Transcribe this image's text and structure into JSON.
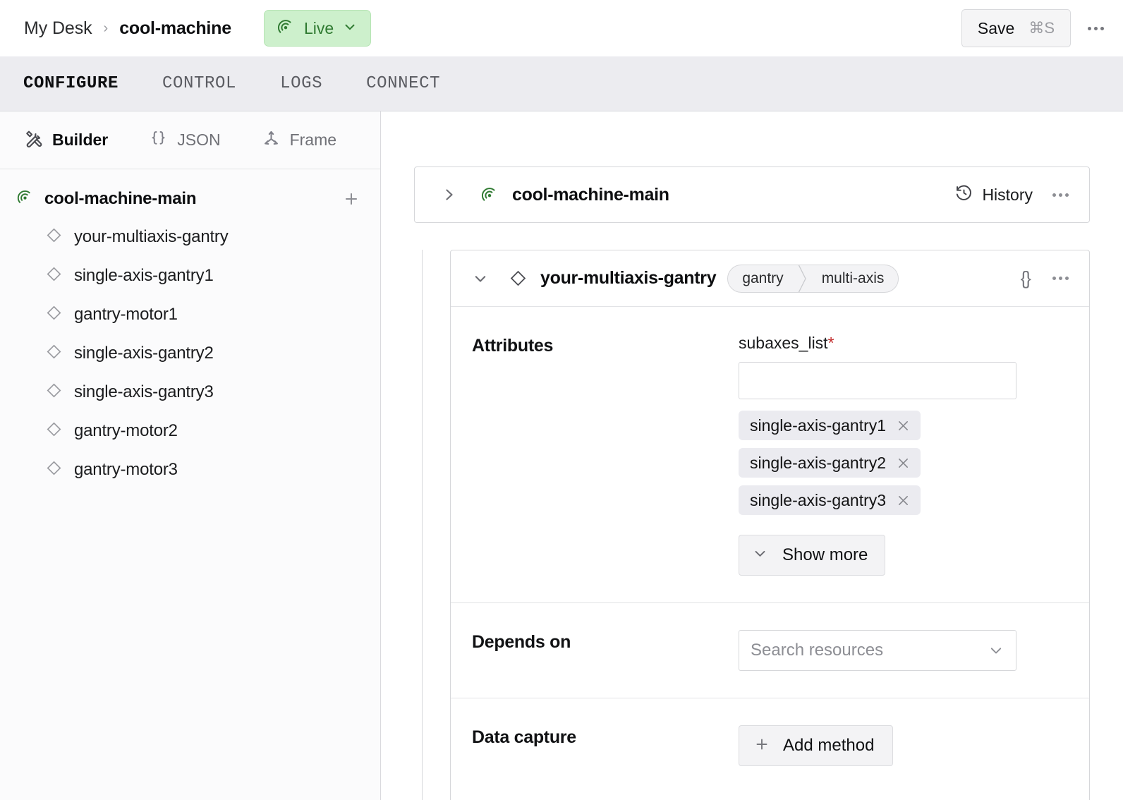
{
  "topbar": {
    "breadcrumb": {
      "home": "My Desk",
      "separator": "›",
      "current": "cool-machine"
    },
    "status_badge": {
      "label": "Live",
      "icon": "signal-icon",
      "bg": "#cdf0cc",
      "fg": "#2f7a31"
    },
    "save": {
      "label": "Save",
      "shortcut": "⌘S"
    },
    "overflow_icon": "ellipsis-icon"
  },
  "tabs": [
    {
      "label": "CONFIGURE",
      "active": true
    },
    {
      "label": "CONTROL",
      "active": false
    },
    {
      "label": "LOGS",
      "active": false
    },
    {
      "label": "CONNECT",
      "active": false
    }
  ],
  "left_panel": {
    "view_modes": [
      {
        "label": "Builder",
        "icon": "tools-icon",
        "active": true
      },
      {
        "label": "JSON",
        "icon": "braces-icon",
        "active": false
      },
      {
        "label": "Frame",
        "icon": "axes-icon",
        "active": false
      }
    ],
    "tree": {
      "root": {
        "label": "cool-machine-main",
        "icon": "signal-icon",
        "add_icon": "plus-icon"
      },
      "items": [
        {
          "label": "your-multiaxis-gantry",
          "icon": "diamond-icon"
        },
        {
          "label": "single-axis-gantry1",
          "icon": "diamond-icon"
        },
        {
          "label": "gantry-motor1",
          "icon": "diamond-icon"
        },
        {
          "label": "single-axis-gantry2",
          "icon": "diamond-icon"
        },
        {
          "label": "single-axis-gantry3",
          "icon": "diamond-icon"
        },
        {
          "label": "gantry-motor2",
          "icon": "diamond-icon"
        },
        {
          "label": "gantry-motor3",
          "icon": "diamond-icon"
        }
      ]
    }
  },
  "main": {
    "machine_card": {
      "title": "cool-machine-main",
      "icon": "signal-icon",
      "expand_icon": "chevron-right-icon",
      "history": {
        "label": "History",
        "icon": "history-clock-icon"
      },
      "overflow_icon": "ellipsis-icon"
    },
    "resource_card": {
      "title": "your-multiaxis-gantry",
      "icon": "diamond-icon",
      "collapse_icon": "chevron-down-icon",
      "pills": [
        "gantry",
        "multi-axis"
      ],
      "json_icon": "braces-icon",
      "json_label": "{}",
      "overflow_icon": "ellipsis-icon",
      "rows": {
        "attributes": {
          "label": "Attributes",
          "field_label": "subaxes_list",
          "required_marker": "*",
          "input_value": "",
          "chips": [
            "single-axis-gantry1",
            "single-axis-gantry2",
            "single-axis-gantry3"
          ],
          "chip_remove_icon": "close-icon",
          "show_more": {
            "label": "Show more",
            "icon": "chevron-down-icon"
          }
        },
        "depends_on": {
          "label": "Depends on",
          "placeholder": "Search resources",
          "value": "",
          "chevron_icon": "chevron-down-icon"
        },
        "data_capture": {
          "label": "Data capture",
          "add_button": {
            "label": "Add method",
            "icon": "plus-icon"
          }
        }
      }
    }
  }
}
